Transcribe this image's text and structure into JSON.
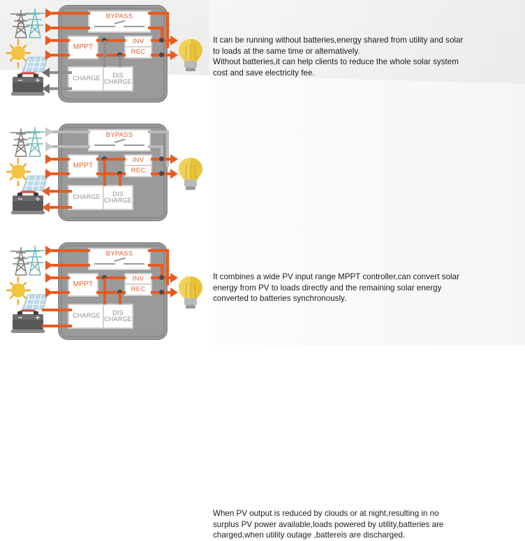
{
  "theme": {
    "active_wire": "#ea5a1f",
    "inactive_wire": "#8e8e8e",
    "faint_wire": "#b9b9b9",
    "enclosure": "#9a9a9a",
    "block_label_orange": "#e8602c",
    "block_label_grey": "#8e8e8e",
    "bulb": "#e8c23a",
    "text": "#1c1c1c"
  },
  "blocks": {
    "bypass": "BYPASS",
    "mppt": "MPPT",
    "inv": "INV",
    "rec": "REC",
    "charge": "CHARGE",
    "discharge_line1": "DIS",
    "discharge_line2": "CHARGE"
  },
  "icons": {
    "grid": "power-pylon-icon",
    "solar": "sun-solar-panel-icon",
    "battery": "battery-icon",
    "load": "light-bulb-icon",
    "switch": "bypass-switch-icon"
  },
  "scenarios": [
    {
      "id": "scenario-1",
      "name": "without-batteries",
      "text": "It can be running without batteries,energy shared from utility and solar\nto loads at the same time or alternatively.\nWithout batteries,it can help clients to reduce the whole solar system\ncost and save electricity fee.",
      "grid_state": "active",
      "solar_state": "active",
      "battery_state": "inactive",
      "battery_arrow": "left",
      "load_state": "active"
    },
    {
      "id": "scenario-2",
      "name": "mppt-solar-priority",
      "text": "It combines a wide PV input range MPPT controller,can convert solar\nenergy from PV to loads directly and the remaining solar energy\nconverted to batteries synchronously.",
      "grid_state": "inactive",
      "solar_state": "active",
      "battery_state": "active",
      "battery_arrow": "left",
      "load_state": "active"
    },
    {
      "id": "scenario-3",
      "name": "night-or-cloudy",
      "text": "When PV output is reduced by clouds or at night,resulting in no\nsurplus PV power available,loads powered by utility,batteries are\ncharged,when utility outage ,battereis are discharged.",
      "grid_state": "active",
      "solar_state": "active",
      "battery_state": "active",
      "battery_arrow": "none",
      "load_state": "active"
    }
  ]
}
